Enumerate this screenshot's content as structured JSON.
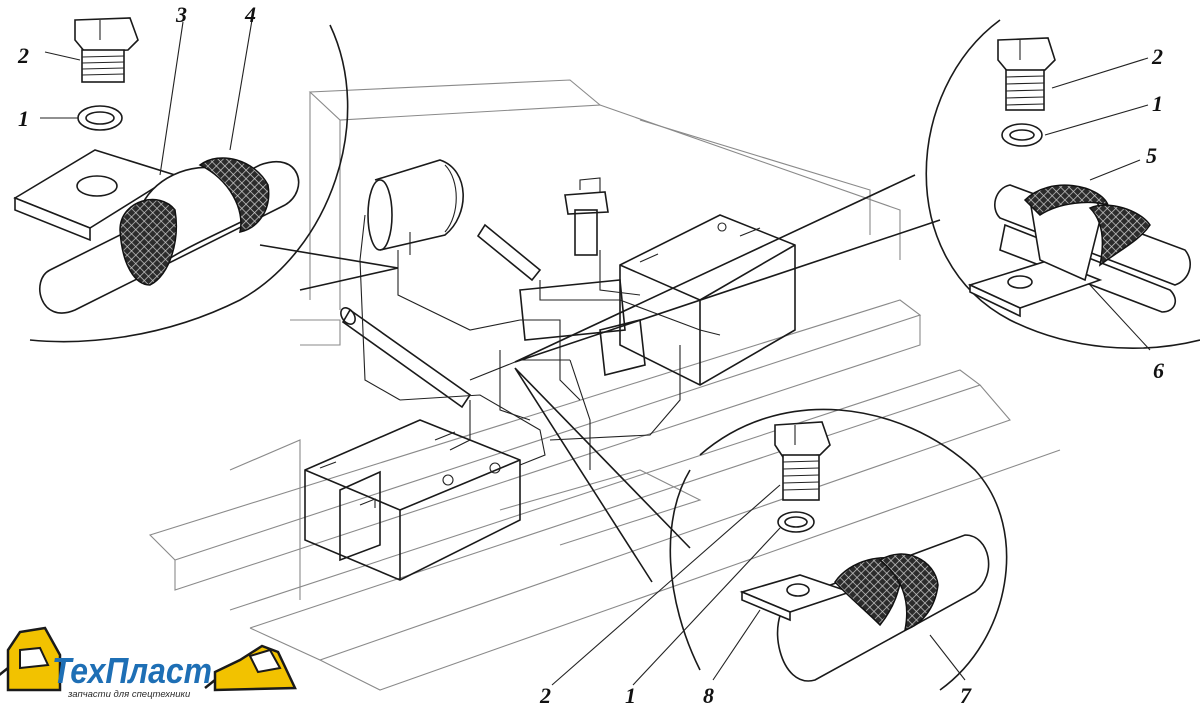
{
  "callouts": {
    "top_left": [
      "2",
      "1",
      "3",
      "4"
    ],
    "top_right": [
      "2",
      "1",
      "5",
      "6"
    ],
    "bottom": [
      "2",
      "1",
      "8",
      "7"
    ]
  },
  "logo": {
    "name": "ТехПласт",
    "tagline": "запчасти для спецтехники",
    "colors": {
      "name": "#1e6fb5",
      "machine": "#f2c200",
      "outline": "#1a1a1a"
    }
  }
}
